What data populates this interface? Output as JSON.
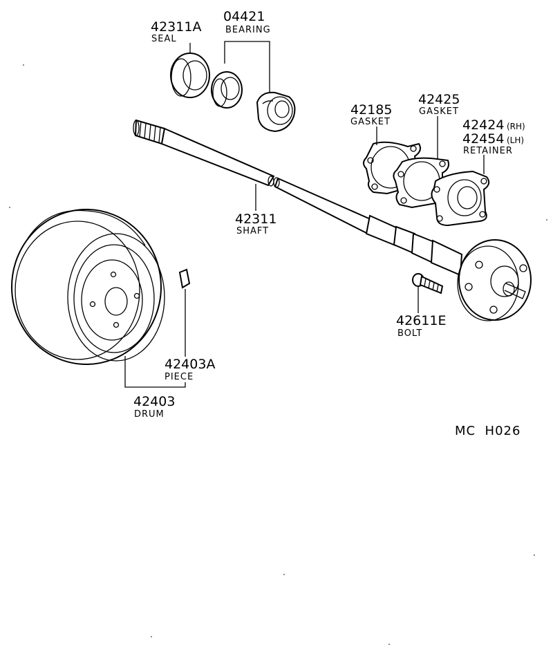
{
  "diagram_code": "MC  H026",
  "parts": [
    {
      "id": "seal",
      "number": "42311A",
      "name": "SEAL"
    },
    {
      "id": "bearing",
      "number": "04421",
      "name": "BEARING"
    },
    {
      "id": "gasket1",
      "number": "42185",
      "name": "GASKET"
    },
    {
      "id": "gasket2",
      "number": "42425",
      "name": "GASKET"
    },
    {
      "id": "retainer",
      "number_rh": "42424",
      "side_rh": "(RH)",
      "number_lh": "42454",
      "side_lh": "(LH)",
      "name": "RETAINER"
    },
    {
      "id": "shaft",
      "number": "42311",
      "name": "SHAFT"
    },
    {
      "id": "bolt",
      "number": "42611E",
      "name": "BOLT"
    },
    {
      "id": "piece",
      "number": "42403A",
      "name": "PIECE"
    },
    {
      "id": "drum",
      "number": "42403",
      "name": "DRUM"
    }
  ]
}
